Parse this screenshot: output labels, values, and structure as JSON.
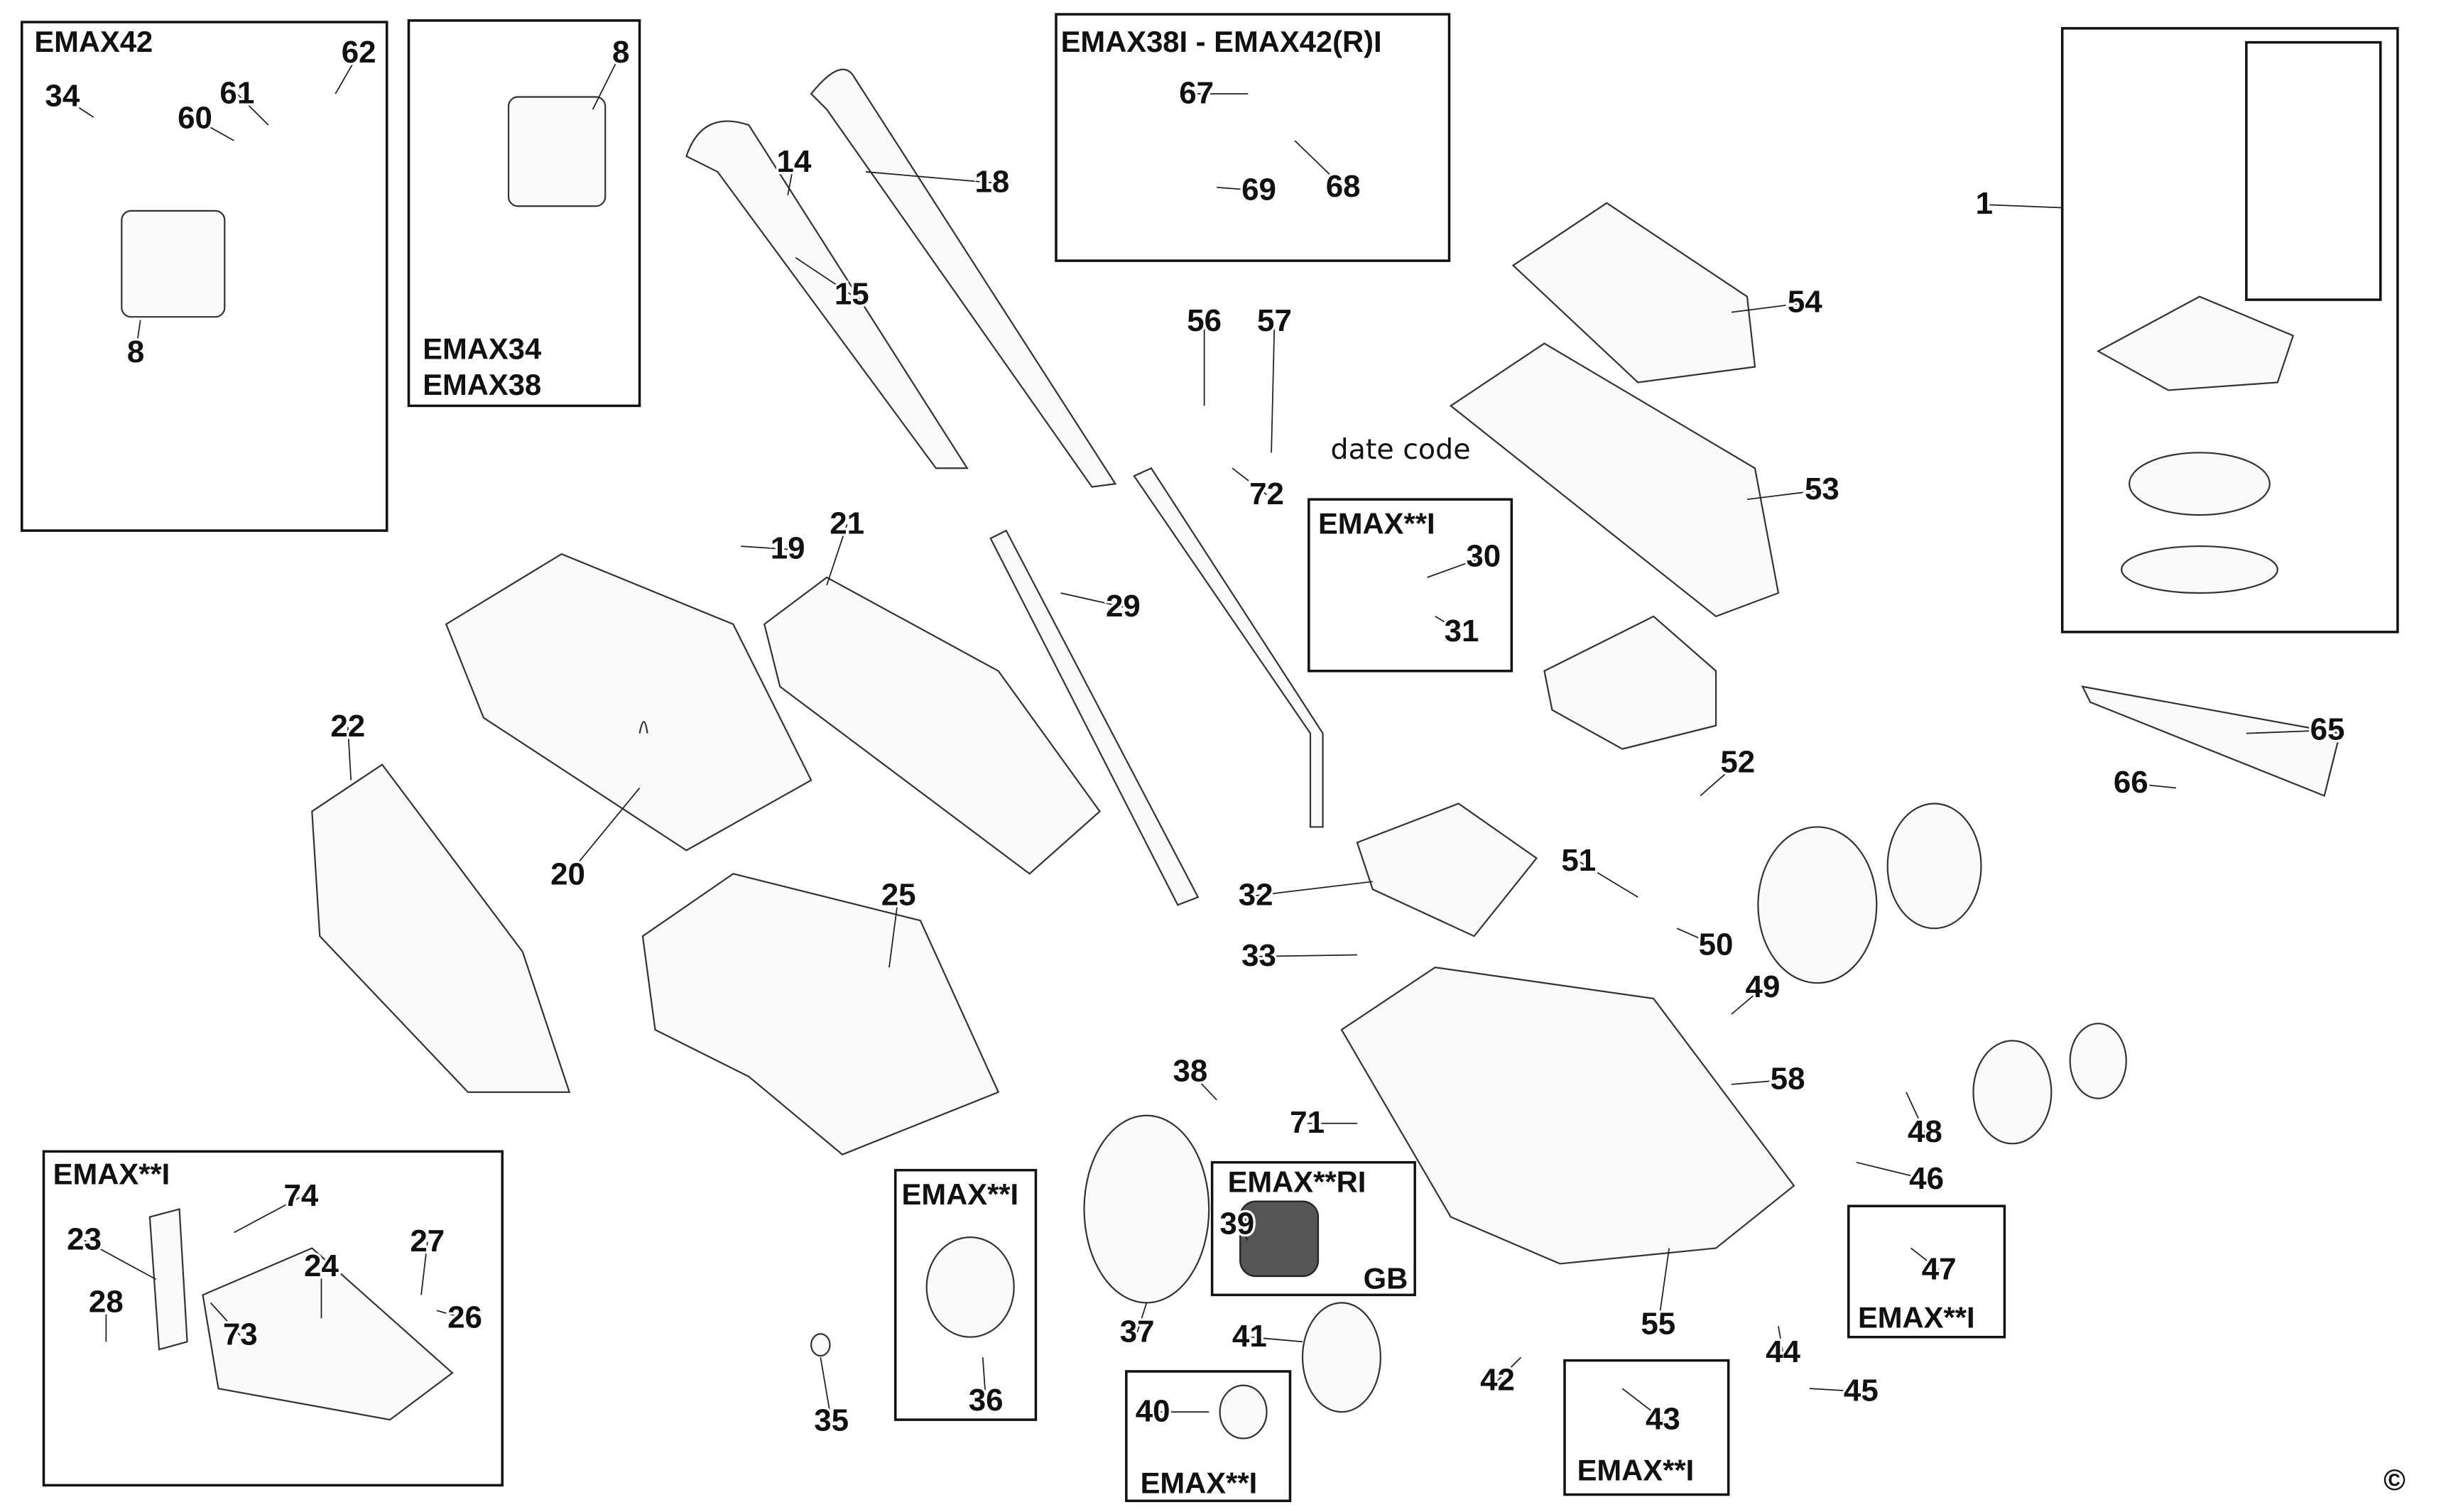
{
  "box_titles": {
    "emax42": "EMAX42",
    "emax34": "EMAX34",
    "emax38": "EMAX38",
    "switch_variant": "EMAX38I - EMAX42(R)I",
    "date_box": "EMAX**I",
    "date_code": "date code",
    "roller": "EMAX**RI",
    "roller_gb": "GB",
    "wheel_hub": "EMAX**I",
    "small_hub": "EMAX**I",
    "part47": "EMAX**I",
    "part43": "EMAX**I",
    "catcher_lid": "EMAX**I"
  },
  "callouts": [
    "34",
    "61",
    "62",
    "60",
    "8",
    "8",
    "67",
    "69",
    "68",
    "1",
    "14",
    "18",
    "15",
    "56",
    "57",
    "72",
    "30",
    "31",
    "54",
    "53",
    "19",
    "21",
    "29",
    "22",
    "20",
    "25",
    "65",
    "66",
    "52",
    "51",
    "32",
    "33",
    "50",
    "49",
    "58",
    "48",
    "46",
    "38",
    "71",
    "39",
    "36",
    "37",
    "41",
    "40",
    "47",
    "42",
    "55",
    "44",
    "45",
    "43",
    "74",
    "23",
    "27",
    "24",
    "73",
    "26",
    "28",
    "35"
  ],
  "copyright": "©"
}
